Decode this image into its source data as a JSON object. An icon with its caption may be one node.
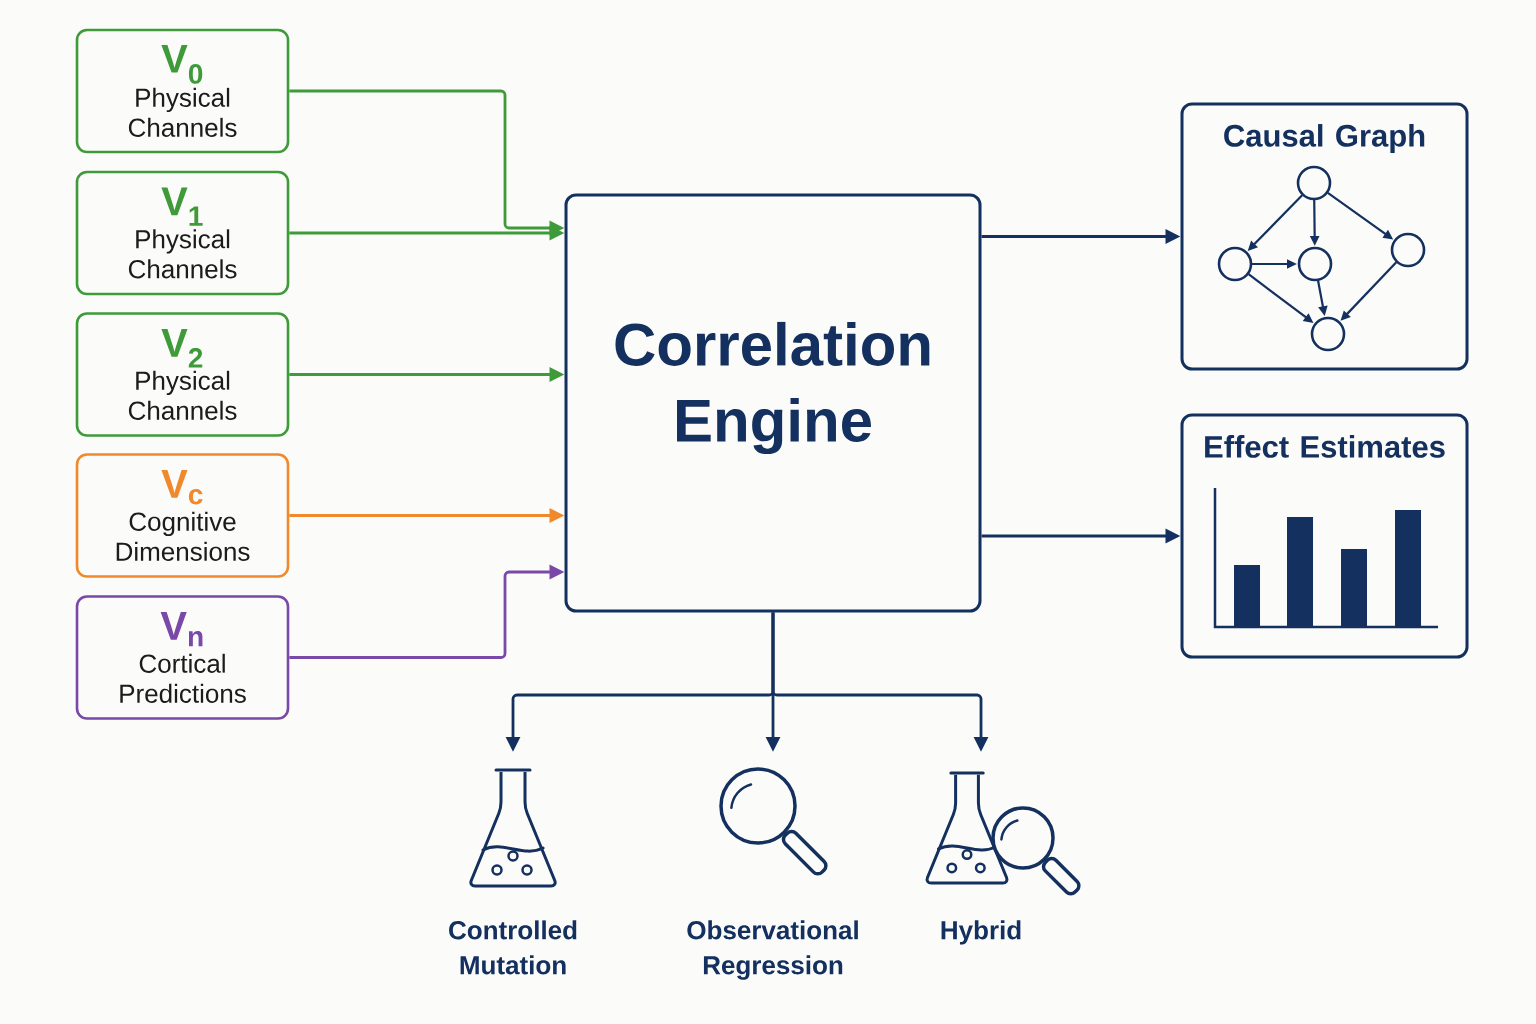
{
  "diagram": {
    "nodes": [
      {
        "text": [
          "V$_{0}$",
          "Physical Channels"
        ]
      },
      {
        "text": [
          "V$_{1}$",
          "Physical Channels"
        ]
      },
      {
        "text": [
          "V$_{2}$",
          "Physical Channels"
        ]
      },
      {
        "text": [
          "V$_{c}$",
          "Cognitive Dimensions"
        ]
      },
      {
        "text": [
          "V$_{n}$",
          "Cortical Predictions"
        ]
      },
      {
        "text": [
          "Correlation Engine"
        ]
      },
      {
        "text": [
          "Causal Graph"
        ]
      },
      {
        "text": [
          "Effect Estimates"
        ]
      },
      {
        "text": [
          "Controlled Mutation"
        ]
      },
      {
        "text": [
          "Observational Regression"
        ]
      },
      {
        "text": [
          "Hybrid"
        ]
      }
    ],
    "edges": [
      {
        "from": 0,
        "to": 5,
        "arrow": "to",
        "color": "#3f9a3a"
      },
      {
        "from": 1,
        "to": 5,
        "arrow": "to",
        "color": "#3f9a3a"
      },
      {
        "from": 2,
        "to": 5,
        "arrow": "to",
        "color": "#3f9a3a"
      },
      {
        "from": 3,
        "to": 5,
        "arrow": "to",
        "color": "#f0892c"
      },
      {
        "from": 4,
        "to": 5,
        "arrow": "to",
        "color": "#7a48a8"
      },
      {
        "from": 5,
        "to": 6,
        "arrow": "to"
      },
      {
        "from": 5,
        "to": 7,
        "arrow": "to"
      },
      {
        "from": 5,
        "to": 8,
        "arrow": "to"
      },
      {
        "from": 5,
        "to": 9,
        "arrow": "to"
      },
      {
        "from": 5,
        "to": 10,
        "arrow": "to"
      }
    ]
  }
}
